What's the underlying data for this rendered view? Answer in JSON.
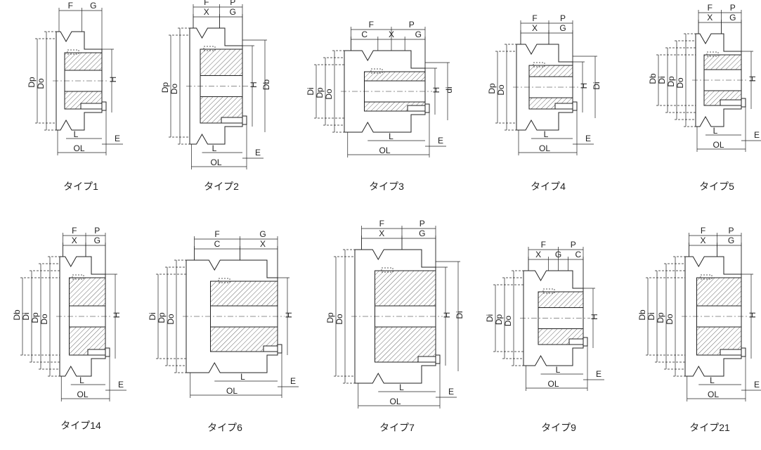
{
  "diagrams": [
    {
      "caption": "タイプ1",
      "top1": [
        "F",
        "G"
      ],
      "top2": [],
      "left": [
        "Do",
        "Dp"
      ],
      "right": [
        "H"
      ],
      "bottom": [
        "L",
        "OL",
        "E"
      ]
    },
    {
      "caption": "タイプ2",
      "top1": [
        "F",
        "P"
      ],
      "top2": [
        "X",
        "G"
      ],
      "left": [
        "Do",
        "Dp"
      ],
      "right": [
        "H",
        "Db"
      ],
      "bottom": [
        "L",
        "OL",
        "E"
      ]
    },
    {
      "caption": "タイプ3",
      "top1": [
        "F",
        "P"
      ],
      "top2": [
        "C",
        "X",
        "G"
      ],
      "left": [
        "Do",
        "Dp",
        "Di"
      ],
      "right": [
        "H",
        "di"
      ],
      "bottom": [
        "L",
        "OL",
        "E"
      ]
    },
    {
      "caption": "タイプ4",
      "top1": [
        "F",
        "P"
      ],
      "top2": [
        "X",
        "G"
      ],
      "left": [
        "Do",
        "Dp"
      ],
      "right": [
        "H",
        "Di"
      ],
      "bottom": [
        "L",
        "OL",
        "E"
      ]
    },
    {
      "caption": "タイプ5",
      "top1": [
        "F",
        "P"
      ],
      "top2": [
        "X",
        "G"
      ],
      "left": [
        "Do",
        "Dp",
        "Di",
        "Db"
      ],
      "right": [
        "H"
      ],
      "bottom": [
        "L",
        "OL",
        "E"
      ]
    },
    {
      "caption": "タイプ14",
      "top1": [
        "F",
        "P"
      ],
      "top2": [
        "X",
        "G"
      ],
      "left": [
        "Do",
        "Dp",
        "Di",
        "Db"
      ],
      "right": [
        "H"
      ],
      "bottom": [
        "L",
        "OL",
        "E"
      ]
    },
    {
      "caption": "タイプ6",
      "top1": [
        "F",
        "G"
      ],
      "top2": [
        "C",
        "X"
      ],
      "left": [
        "Do",
        "Dp",
        "Di"
      ],
      "right": [
        "H"
      ],
      "bottom": [
        "L",
        "OL",
        "E"
      ]
    },
    {
      "caption": "タイプ7",
      "top1": [
        "F",
        "P"
      ],
      "top2": [
        "X",
        "G"
      ],
      "left": [
        "Do",
        "Dp"
      ],
      "right": [
        "H",
        "Di"
      ],
      "bottom": [
        "L",
        "OL",
        "E"
      ]
    },
    {
      "caption": "タイプ9",
      "top1": [
        "F",
        "P"
      ],
      "top2": [
        "X",
        "G",
        "C"
      ],
      "left": [
        "Do",
        "Dp",
        "Di"
      ],
      "right": [
        "H"
      ],
      "bottom": [
        "L",
        "OL",
        "E"
      ]
    },
    {
      "caption": "タイプ21",
      "top1": [
        "F",
        "P"
      ],
      "top2": [
        "X",
        "G"
      ],
      "left": [
        "Do",
        "Dp",
        "Di",
        "Db"
      ],
      "right": [
        "H"
      ],
      "bottom": [
        "L",
        "OL",
        "E"
      ]
    }
  ]
}
